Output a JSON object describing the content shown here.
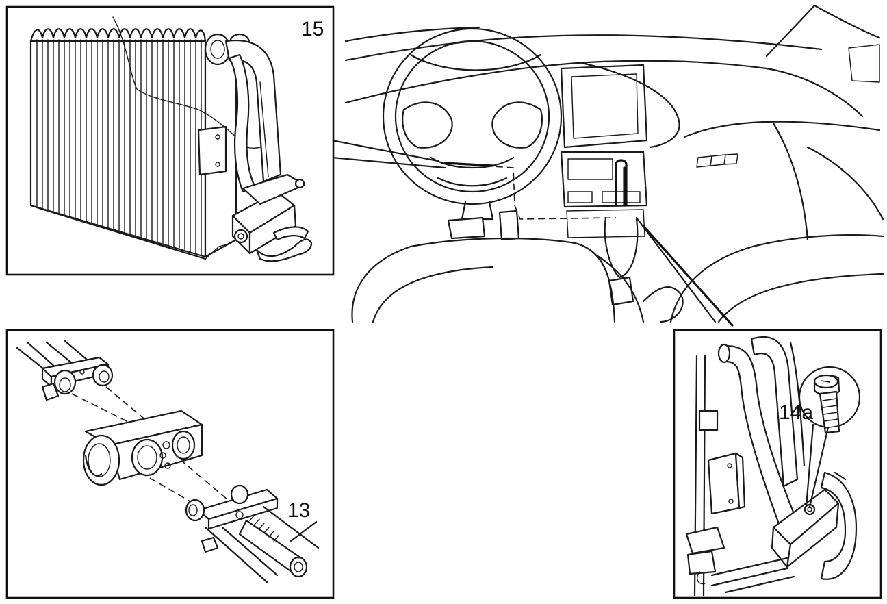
{
  "labels": {
    "evaporator": "15",
    "expansion_valve_pipe": "13",
    "valve_bolt": "14a"
  }
}
